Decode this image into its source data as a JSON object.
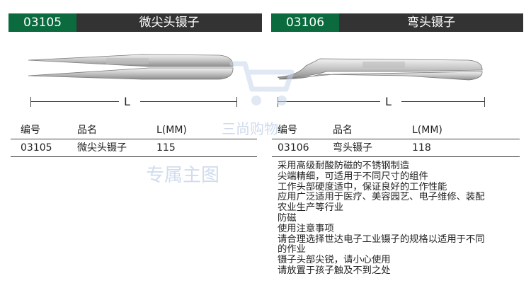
{
  "products": [
    {
      "code": "03105",
      "title": "微尖头镊子",
      "dimension_label": "L",
      "table": {
        "headers": [
          "编号",
          "品名",
          "L(MM)"
        ],
        "row": [
          "03105",
          "微尖头镊子",
          "115"
        ]
      }
    },
    {
      "code": "03106",
      "title": "弯头镊子",
      "dimension_label": "L",
      "table": {
        "headers": [
          "编号",
          "品名",
          "L(MM)"
        ],
        "row": [
          "03106",
          "弯头镊子",
          "118"
        ]
      }
    }
  ],
  "description_lines": [
    "采用高级耐酸防磁的不锈钢制造",
    "尖端精细，可适用于不同尺寸的组件",
    "工作头部硬度适中，保证良好的工作性能",
    "应用广泛适用于医疗、美容园艺、电子维修、装配",
    "农业生产等行业",
    "防磁",
    "使用注意事项",
    "请合理选择世达电子工业镊子的规格以适用于不同",
    "的作业",
    "镊子头部尖锐，请小心使用",
    "请放置于孩子触及不到之处"
  ],
  "watermarks": {
    "brand": "三尚购物",
    "exclusive": "专属主图"
  },
  "colors": {
    "code_bg": "#0b6b3e",
    "title_bg": "#333333",
    "watermark": "#c8d6ea"
  }
}
